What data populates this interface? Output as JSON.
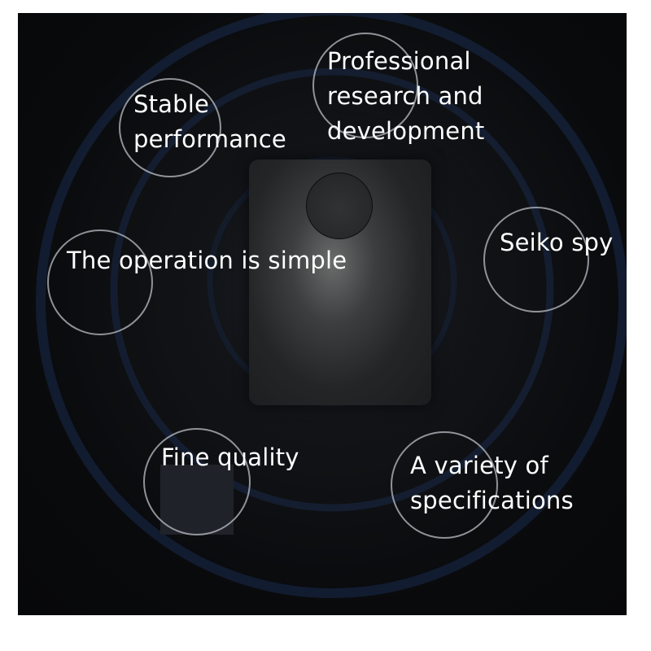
{
  "features": [
    {
      "key": "stable",
      "text": "Stable\nperformance"
    },
    {
      "key": "professional",
      "text": "Professional\nresearch and\ndevelopment"
    },
    {
      "key": "operation",
      "text": "The operation is simple"
    },
    {
      "key": "seiko",
      "text": "Seiko spy"
    },
    {
      "key": "quality",
      "text": "Fine quality"
    },
    {
      "key": "variety",
      "text": "A variety of\nspecifications"
    }
  ],
  "colors": {
    "background": "#0a0b0d",
    "halo": "#1c2f52",
    "ring_stroke": "#c8ccd2",
    "text": "#ffffff"
  }
}
